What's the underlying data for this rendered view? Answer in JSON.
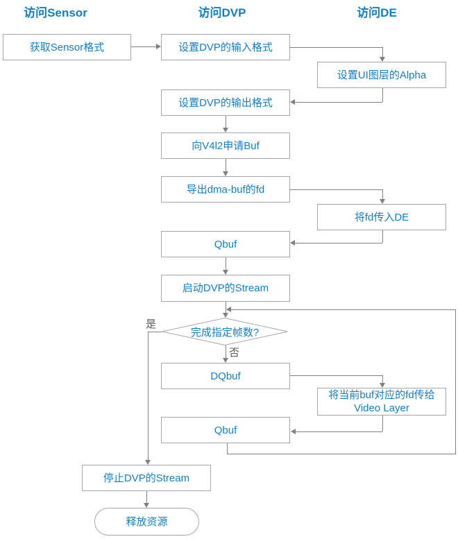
{
  "columns": [
    {
      "label": "访问Sensor"
    },
    {
      "label": "访问DVP"
    },
    {
      "label": "访问DE"
    }
  ],
  "nodes": {
    "get_sensor_format": {
      "label": "获取Sensor格式"
    },
    "set_dvp_input_format": {
      "label": "设置DVP的输入格式"
    },
    "set_ui_alpha": {
      "label": "设置UI图层的Alpha"
    },
    "set_dvp_output_format": {
      "label": "设置DVP的输出格式"
    },
    "request_v4l2_buf": {
      "label": "向V4l2申请Buf"
    },
    "export_dmabuf_fd": {
      "label": "导出dma-buf的fd"
    },
    "pass_fd_to_de": {
      "label": "将fd传入DE"
    },
    "qbuf_1": {
      "label": "Qbuf"
    },
    "start_dvp_stream": {
      "label": "启动DVP的Stream"
    },
    "decision_frames_done": {
      "label": "完成指定帧数?"
    },
    "dqbuf": {
      "label": "DQbuf"
    },
    "pass_fd_video_layer": {
      "line1": "将当前buf对应的fd传给",
      "line2": "Video Layer"
    },
    "qbuf_2": {
      "label": "Qbuf"
    },
    "stop_dvp_stream": {
      "label": "停止DVP的Stream"
    },
    "release_resources": {
      "label": "释放资源"
    }
  },
  "branch_labels": {
    "yes": "是",
    "no": "否"
  },
  "colors": {
    "node_text": "#0E7FC8",
    "node_border": "#A6A6A6",
    "connector": "#7F7F7F",
    "branch_label": "#595959",
    "background": "#FFFFFF"
  }
}
